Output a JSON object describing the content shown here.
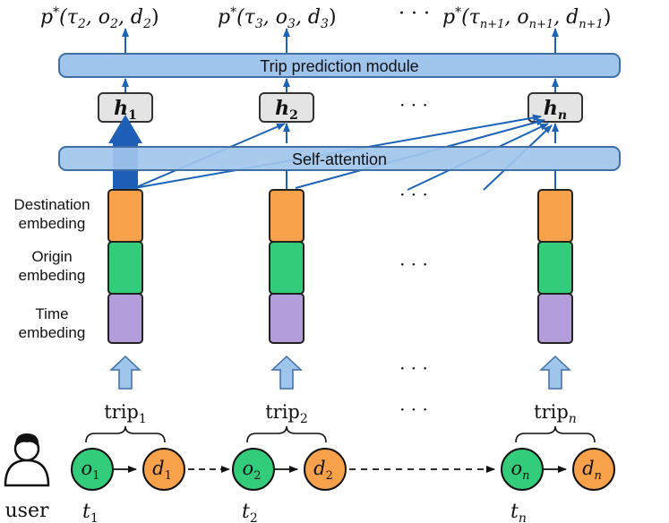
{
  "outputs": [
    {
      "p": "p",
      "star": "*",
      "open": "(τ",
      "s1": "2",
      "c1": ", o",
      "s2": "2",
      "c2": ", d",
      "s3": "2",
      "close": ")"
    },
    {
      "p": "p",
      "star": "*",
      "open": "(τ",
      "s1": "3",
      "c1": ", o",
      "s2": "3",
      "c2": ", d",
      "s3": "3",
      "close": ")"
    },
    {
      "p": "p",
      "star": "*",
      "open": "(τ",
      "s1": "n+1",
      "c1": ", o",
      "s2": "n+1",
      "c2": ", d",
      "s3": "n+1",
      "close": ")"
    }
  ],
  "dots": "· · ·",
  "trip_prediction_label": "Trip prediction module",
  "self_attention_label": "Self-attention",
  "hidden": [
    {
      "base": "h",
      "sub": "1"
    },
    {
      "base": "h",
      "sub": "2"
    },
    {
      "base": "h",
      "sub": "n"
    }
  ],
  "embedding_labels": {
    "destination": [
      "Destination",
      "embeding"
    ],
    "origin": [
      "Origin",
      "embeding"
    ],
    "time": [
      "Time",
      "embeding"
    ]
  },
  "trips": [
    {
      "base": "trip",
      "sub": "1"
    },
    {
      "base": "trip",
      "sub": "2"
    },
    {
      "base": "trip",
      "sub": "n"
    }
  ],
  "nodes": [
    {
      "o": "o",
      "o_sub": "1",
      "d": "d",
      "d_sub": "1",
      "t": "t",
      "t_sub": "1"
    },
    {
      "o": "o",
      "o_sub": "2",
      "d": "d",
      "d_sub": "2",
      "t": "t",
      "t_sub": "2"
    },
    {
      "o": "o",
      "o_sub": "n",
      "d": "d",
      "d_sub": "n",
      "t": "t",
      "t_sub": "n"
    }
  ],
  "user_label": "user",
  "colors": {
    "bar": "#9fc5ec",
    "arrow": "#1c63b7",
    "destination": "#f7a24b",
    "origin": "#33cc7a",
    "time": "#b39ddb",
    "hidden_box": "#e4e4e4"
  }
}
